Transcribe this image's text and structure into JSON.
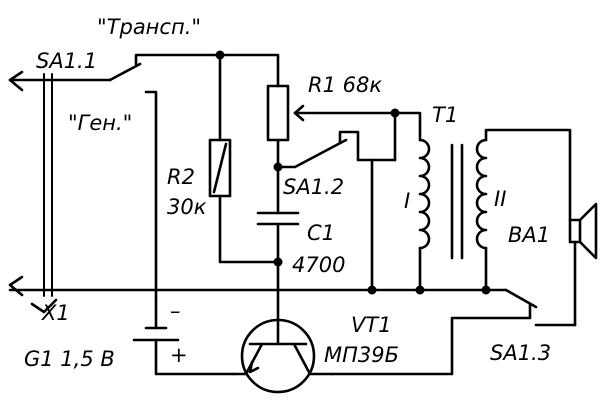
{
  "labels": {
    "sa11": "SA1.1",
    "transp": "\"Трансп.\"",
    "gen": "\"Ген.\"",
    "r1": "R1 68к",
    "t1": "T1",
    "r2": "R2",
    "r2val": "30к",
    "sa12": "SA1.2",
    "c1": "C1",
    "c1val": "4700",
    "winding1": "I",
    "winding2": "II",
    "ba1": "BA1",
    "x1": "X1",
    "minus": "–",
    "plus": "+",
    "g1": "G1 1,5 В",
    "vt1": "VT1",
    "transistor": "МП39Б",
    "sa13": "SA1.3"
  }
}
